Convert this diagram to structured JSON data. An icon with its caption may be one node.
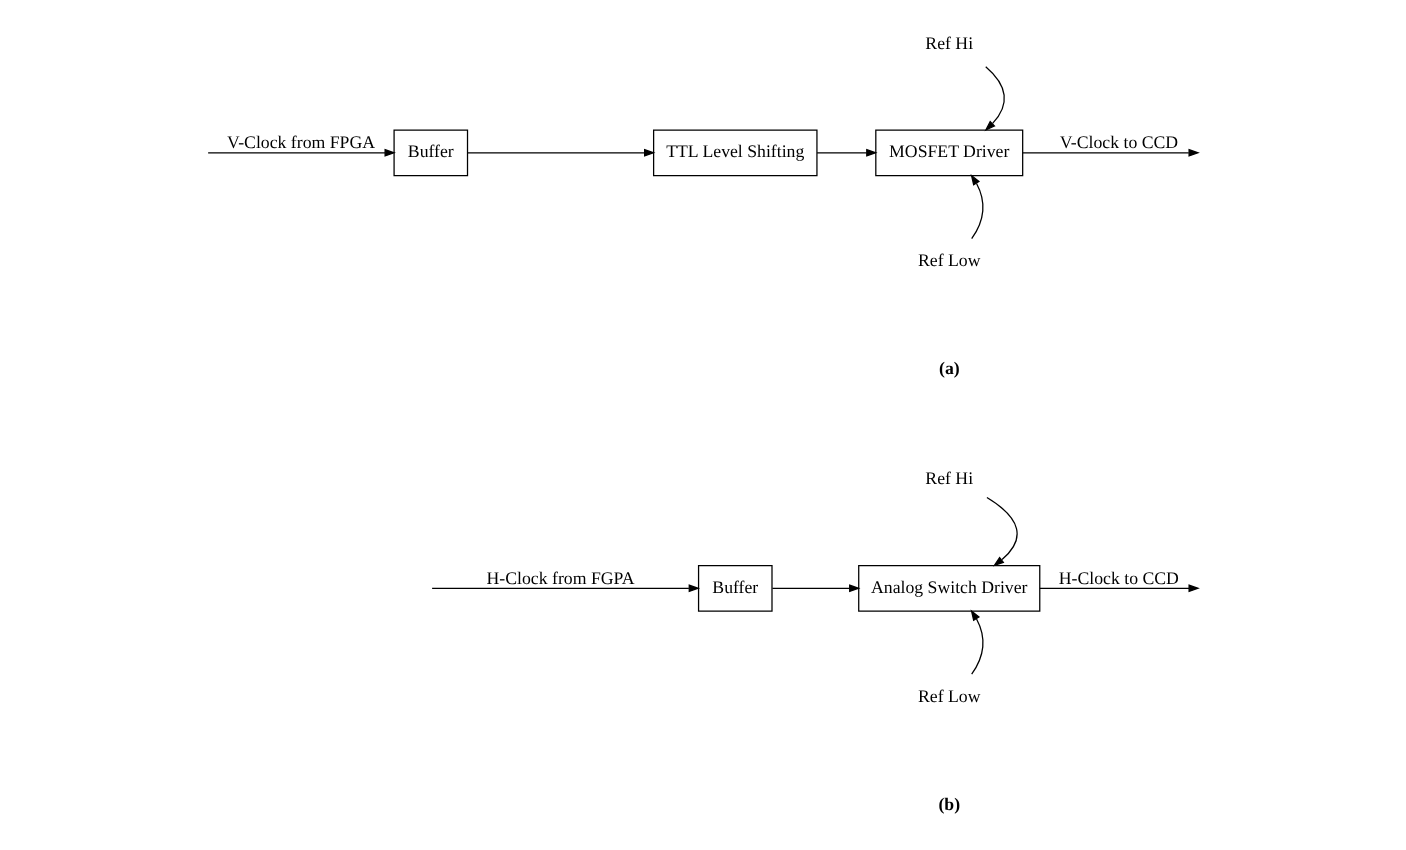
{
  "diagram": {
    "nodes": [
      {
        "text": [
          "Buffer"
        ]
      },
      {
        "text": [
          "TTL Level Shifting"
        ]
      },
      {
        "text": [
          "MOSFET Driver"
        ]
      },
      {
        "text": [
          "Ref Hi"
        ]
      },
      {
        "text": [
          "Ref Low"
        ]
      },
      {
        "text": [
          "Buffer"
        ]
      },
      {
        "text": [
          "Analog Switch Driver"
        ]
      },
      {
        "text": [
          "Ref Hi"
        ]
      },
      {
        "text": [
          "Ref Low"
        ]
      }
    ],
    "edges": [
      {
        "from": null,
        "to": 0,
        "arrow": "to",
        "label": "V-Clock from FPGA"
      },
      {
        "from": 0,
        "to": 1,
        "arrow": "to"
      },
      {
        "from": 1,
        "to": 2,
        "arrow": "to"
      },
      {
        "from": 3,
        "to": 2,
        "arrow": "to"
      },
      {
        "from": 4,
        "to": 2,
        "arrow": "to"
      },
      {
        "from": 2,
        "to": null,
        "arrow": "to",
        "label": "V-Clock to CCD"
      },
      {
        "from": null,
        "to": 5,
        "arrow": "to",
        "label": "H-Clock from FGPA"
      },
      {
        "from": 5,
        "to": 6,
        "arrow": "to"
      },
      {
        "from": 7,
        "to": 6,
        "arrow": "to"
      },
      {
        "from": 8,
        "to": 6,
        "arrow": "to"
      },
      {
        "from": 6,
        "to": null,
        "arrow": "to",
        "label": "H-Clock to CCD"
      }
    ],
    "labels": [
      "(a)",
      "(b)"
    ]
  }
}
